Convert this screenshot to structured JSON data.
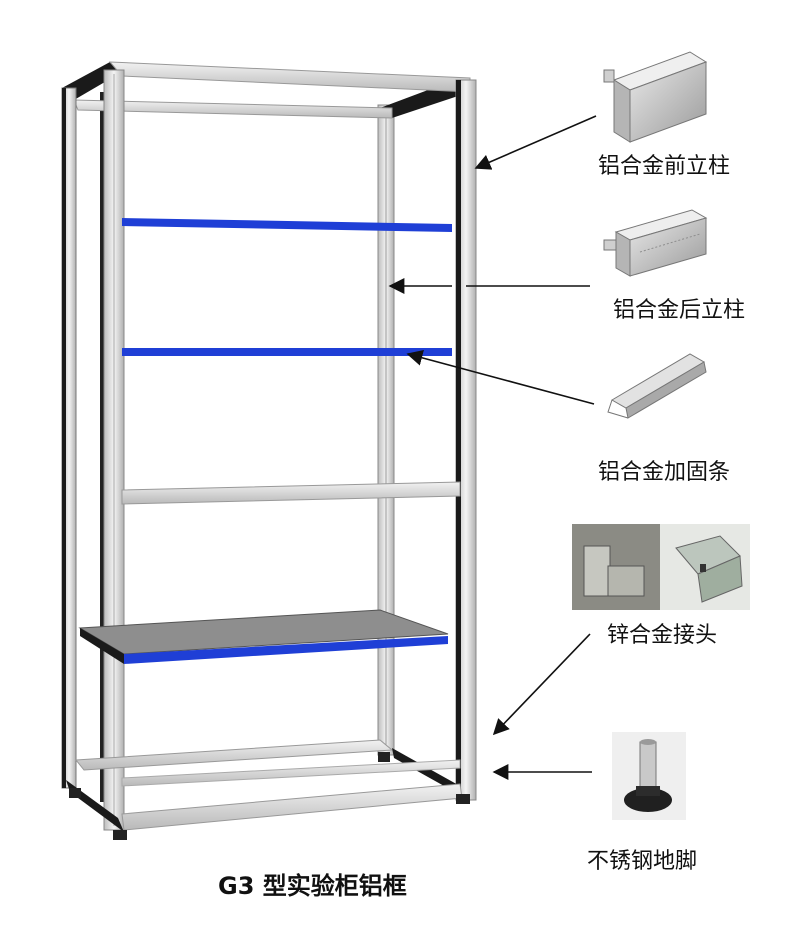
{
  "caption": "G3 型实验柜铝框",
  "parts": [
    {
      "label": "铝合金前立柱",
      "icon": "aluminum-front-column-profile"
    },
    {
      "label": "铝合金后立柱",
      "icon": "aluminum-rear-column-profile"
    },
    {
      "label": "铝合金加固条",
      "icon": "aluminum-reinforcing-strip"
    },
    {
      "label": "锌合金接头",
      "icon": "zinc-alloy-connector-photos"
    },
    {
      "label": "不锈钢地脚",
      "icon": "stainless-steel-foot-photo"
    }
  ],
  "colors": {
    "frame_light": "#dcdcdc",
    "frame_dark": "#1a1a1a",
    "shelf_blue": "#1f3fd6",
    "shelf_panel": "#8e8e8e"
  }
}
